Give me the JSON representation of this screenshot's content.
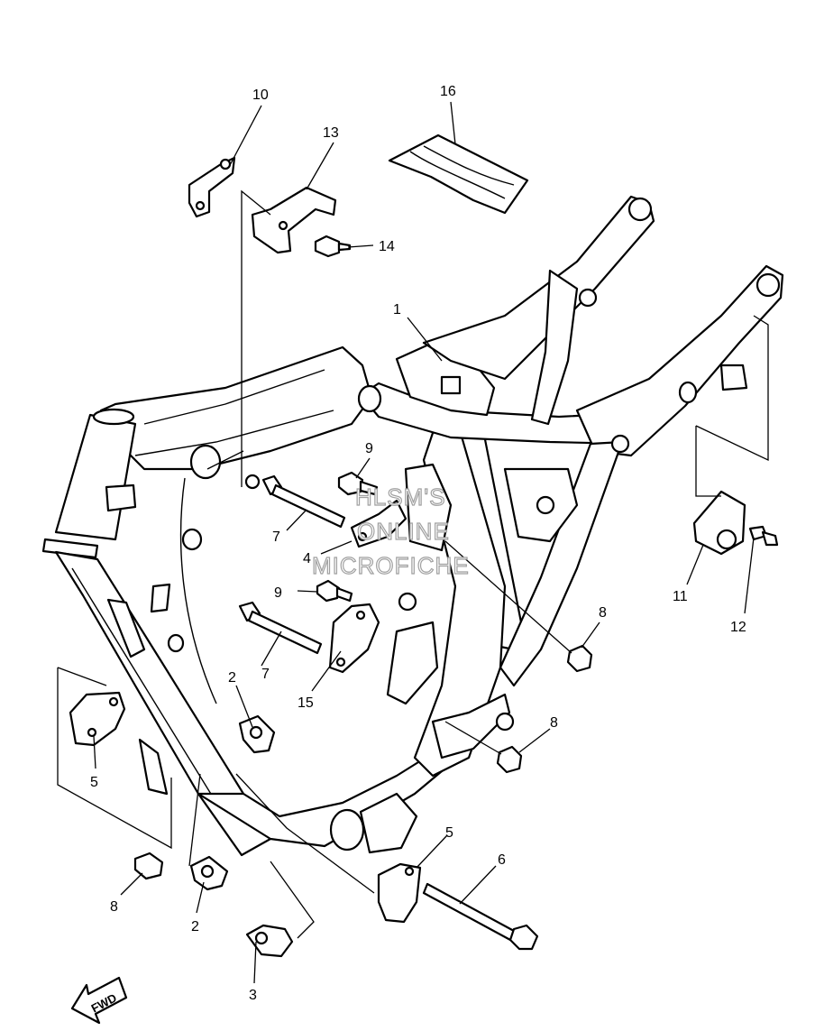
{
  "diagram": {
    "callouts": {
      "c1": "1",
      "c2a": "2",
      "c2b": "2",
      "c3": "3",
      "c4": "4",
      "c5a": "5",
      "c5b": "5",
      "c6": "6",
      "c7a": "7",
      "c7b": "7",
      "c8a": "8",
      "c8b": "8",
      "c8c": "8",
      "c9a": "9",
      "c9b": "9",
      "c10": "10",
      "c11": "11",
      "c12": "12",
      "c13": "13",
      "c14": "14",
      "c15": "15",
      "c16": "16"
    },
    "watermark": {
      "line1": "HLSM'S",
      "line2": "ONLINE",
      "line3": "MICROFICHE"
    },
    "direction_label": "FWD",
    "line_color": "#000000",
    "watermark_color": "#a0a0a0"
  }
}
